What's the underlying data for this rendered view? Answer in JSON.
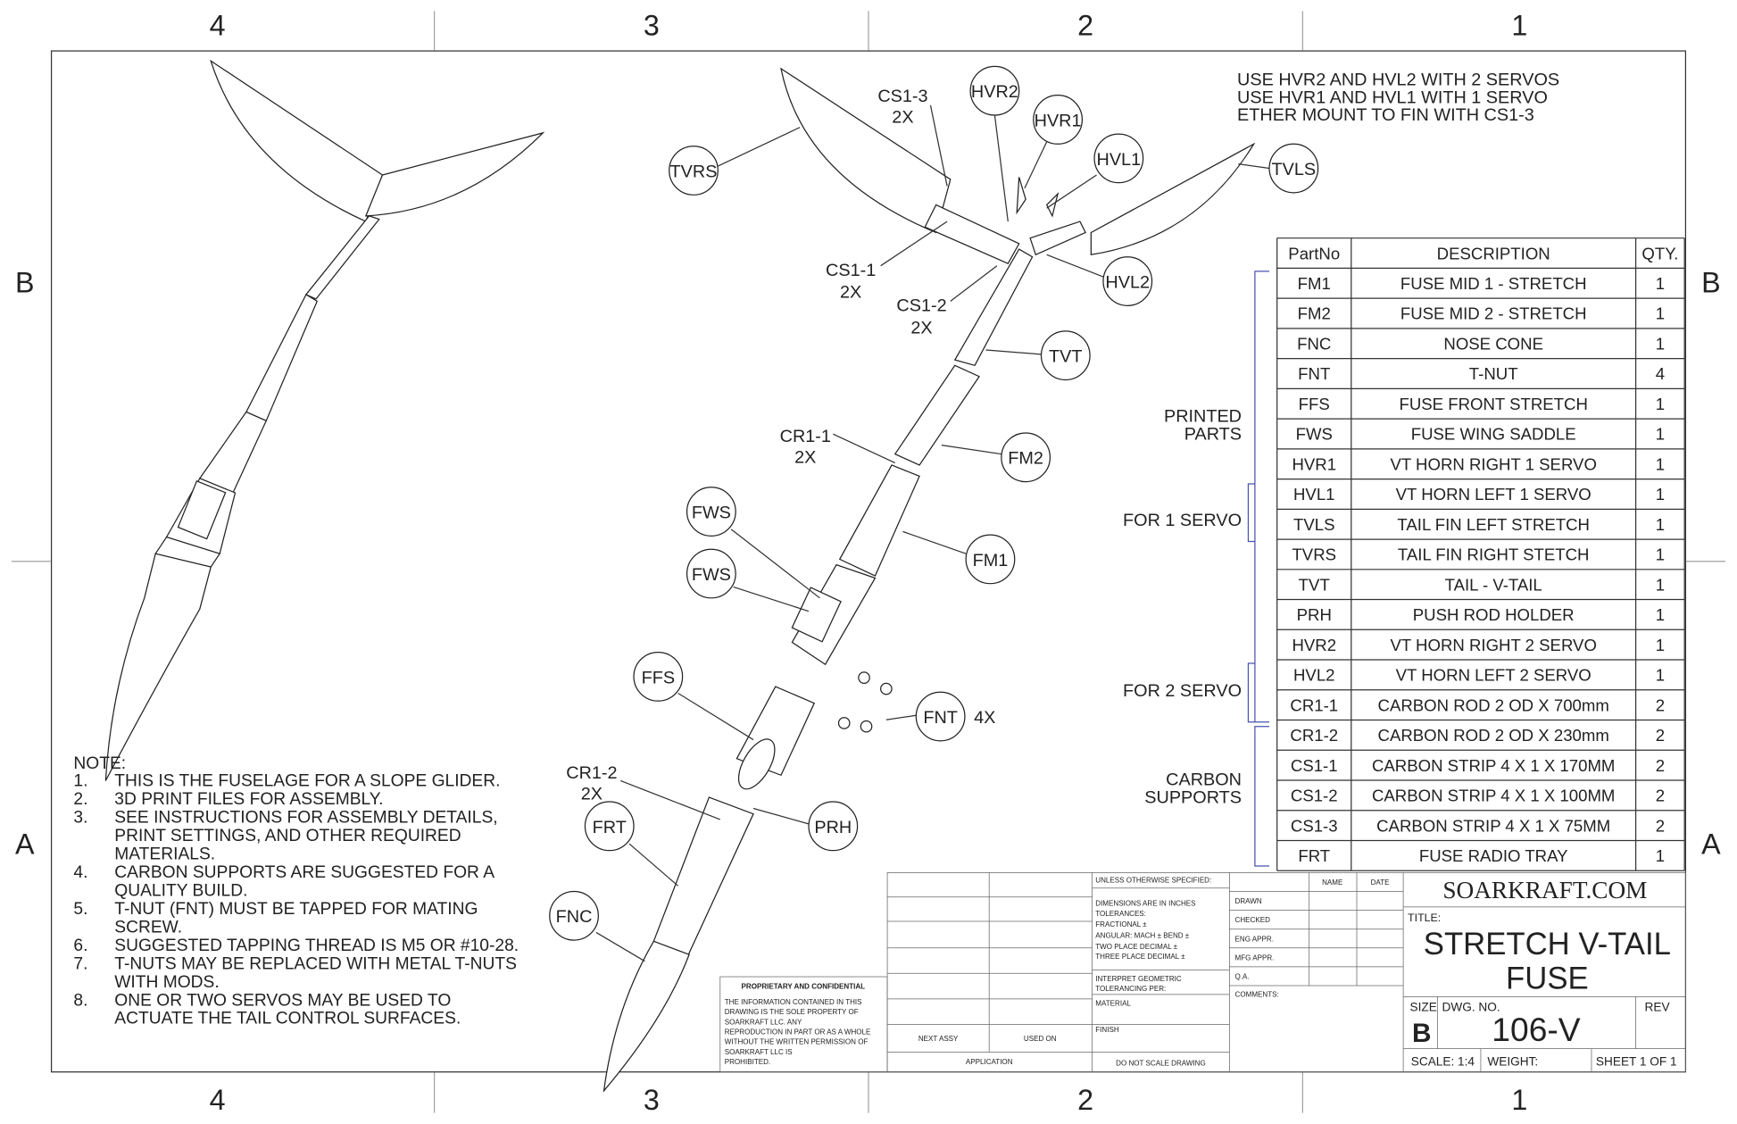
{
  "zones": {
    "top": [
      "4",
      "3",
      "2",
      "1"
    ],
    "side": [
      "B",
      "A"
    ]
  },
  "servo_note": [
    "USE HVR2 AND HVL2 WITH 2 SERVOS",
    "USE HVR1 AND HVL1 WITH 1 SERVO",
    "ETHER MOUNT TO FIN WITH CS1-3"
  ],
  "balloons": [
    "TVRS",
    "HVR2",
    "HVR1",
    "HVL1",
    "TVLS",
    "HVL2",
    "TVT",
    "FM2",
    "FWS",
    "FWS",
    "FM1",
    "FFS",
    "FNT",
    "FRT",
    "PRH",
    "FNC"
  ],
  "callouts": {
    "cs13": [
      "CS1-3",
      "2X"
    ],
    "cs11": [
      "CS1-1",
      "2X"
    ],
    "cs12": [
      "CS1-2",
      "2X"
    ],
    "cr11": [
      "CR1-1",
      "2X"
    ],
    "cr12": [
      "CR1-2",
      "2X"
    ],
    "fnt_qty": "4X"
  },
  "groups": {
    "printed": [
      "PRINTED",
      "PARTS"
    ],
    "one_servo": "FOR 1 SERVO",
    "two_servo": "FOR 2 SERVO",
    "carbon": [
      "CARBON",
      "SUPPORTS"
    ]
  },
  "bom": {
    "headers": [
      "PartNo",
      "DESCRIPTION",
      "QTY."
    ],
    "rows": [
      [
        "FM1",
        "FUSE MID 1 - STRETCH",
        "1"
      ],
      [
        "FM2",
        "FUSE MID 2 - STRETCH",
        "1"
      ],
      [
        "FNC",
        "NOSE CONE",
        "1"
      ],
      [
        "FNT",
        "T-NUT",
        "4"
      ],
      [
        "FFS",
        "FUSE FRONT STRETCH",
        "1"
      ],
      [
        "FWS",
        "FUSE WING SADDLE",
        "1"
      ],
      [
        "HVR1",
        "VT HORN RIGHT 1 SERVO",
        "1"
      ],
      [
        "HVL1",
        "VT HORN LEFT 1 SERVO",
        "1"
      ],
      [
        "TVLS",
        "TAIL FIN LEFT STRETCH",
        "1"
      ],
      [
        "TVRS",
        "TAIL FIN RIGHT STETCH",
        "1"
      ],
      [
        "TVT",
        "TAIL - V-TAIL",
        "1"
      ],
      [
        "PRH",
        "PUSH ROD HOLDER",
        "1"
      ],
      [
        "HVR2",
        "VT HORN RIGHT 2 SERVO",
        "1"
      ],
      [
        "HVL2",
        "VT HORN LEFT 2 SERVO",
        "1"
      ],
      [
        "CR1-1",
        "CARBON ROD 2 OD X 700mm",
        "2"
      ],
      [
        "CR1-2",
        "CARBON ROD 2 OD X 230mm",
        "2"
      ],
      [
        "CS1-1",
        "CARBON STRIP 4 X 1 X 170MM",
        "2"
      ],
      [
        "CS1-2",
        "CARBON STRIP 4 X 1 X 100MM",
        "2"
      ],
      [
        "CS1-3",
        "CARBON STRIP 4 X 1 X 75MM",
        "2"
      ],
      [
        "FRT",
        "FUSE RADIO TRAY",
        "1"
      ]
    ]
  },
  "notes": {
    "heading": "NOTE:",
    "lines": [
      [
        "1.",
        "THIS IS THE FUSELAGE FOR A SLOPE GLIDER."
      ],
      [
        "2.",
        "3D PRINT FILES FOR ASSEMBLY."
      ],
      [
        "3.",
        "SEE INSTRUCTIONS FOR ASSEMBLY DETAILS,"
      ],
      [
        "",
        "PRINT SETTINGS, AND OTHER REQUIRED"
      ],
      [
        "",
        "MATERIALS."
      ],
      [
        "4.",
        "CARBON SUPPORTS ARE SUGGESTED FOR A"
      ],
      [
        "",
        "QUALITY BUILD."
      ],
      [
        "5.",
        "T-NUT (FNT) MUST BE TAPPED FOR MATING"
      ],
      [
        "",
        "SCREW."
      ],
      [
        "6.",
        "SUGGESTED TAPPING THREAD IS M5 OR #10-28."
      ],
      [
        "7.",
        "T-NUTS MAY BE REPLACED WITH METAL T-NUTS"
      ],
      [
        "",
        "WITH MODS."
      ],
      [
        "8.",
        "ONE OR TWO SERVOS MAY BE USED TO"
      ],
      [
        "",
        "ACTUATE THE TAIL CONTROL SURFACES."
      ]
    ]
  },
  "title_block": {
    "proprietary_title": "PROPRIETARY AND CONFIDENTIAL",
    "proprietary_text": [
      "THE INFORMATION CONTAINED IN THIS",
      "DRAWING IS THE SOLE PROPERTY OF",
      "SOARKRAFT LLC.  ANY",
      "REPRODUCTION IN PART OR AS A WHOLE",
      "WITHOUT THE WRITTEN PERMISSION OF",
      "SOARKRAFT LLC IS",
      "PROHIBITED."
    ],
    "next_assy": "NEXT ASSY",
    "used_on": "USED ON",
    "application": "APPLICATION",
    "unless": "UNLESS OTHERWISE SPECIFIED:",
    "tolerances": [
      "DIMENSIONS ARE IN INCHES",
      "TOLERANCES:",
      "FRACTIONAL ±",
      "ANGULAR: MACH ±   BEND ±",
      "TWO PLACE DECIMAL   ±",
      "THREE PLACE DECIMAL  ±"
    ],
    "interpret": [
      "INTERPRET GEOMETRIC",
      "TOLERANCING PER:"
    ],
    "material": "MATERIAL",
    "finish": "FINISH",
    "no_scale": "DO NOT SCALE DRAWING",
    "name": "NAME",
    "date": "DATE",
    "roles": [
      "DRAWN",
      "CHECKED",
      "ENG APPR.",
      "MFG APPR.",
      "Q.A."
    ],
    "comments": "COMMENTS:",
    "company": "SOARKRAFT.COM",
    "title_label": "TITLE:",
    "title": [
      "STRETCH V-TAIL",
      "FUSE"
    ],
    "size_label": "SIZE",
    "size": "B",
    "dwg_label": "DWG.  NO.",
    "dwg_no": "106-V",
    "rev_label": "REV",
    "scale": "SCALE: 1:4",
    "weight": "WEIGHT:",
    "sheet": "SHEET 1 OF 1"
  }
}
